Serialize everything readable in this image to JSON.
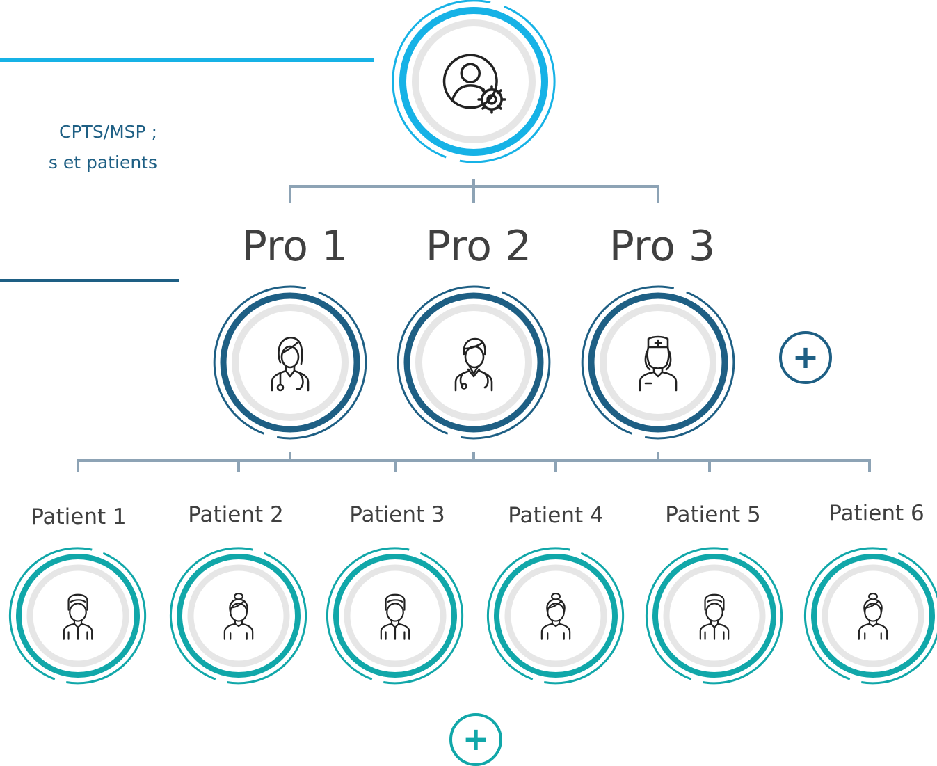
{
  "intro": {
    "line1": "CPTS/MSP ;",
    "line2": "s et patients"
  },
  "admin": {
    "icon": "admin-user-gear-icon"
  },
  "pros": [
    {
      "label": "Pro 1",
      "icon": "female-doctor-icon"
    },
    {
      "label": "Pro 2",
      "icon": "male-doctor-icon"
    },
    {
      "label": "Pro 3",
      "icon": "nurse-icon"
    }
  ],
  "patients": [
    {
      "label": "Patient 1",
      "icon": "male-patient-icon"
    },
    {
      "label": "Patient 2",
      "icon": "female-patient-icon"
    },
    {
      "label": "Patient 3",
      "icon": "male-patient-icon"
    },
    {
      "label": "Patient 4",
      "icon": "female-patient-icon"
    },
    {
      "label": "Patient 5",
      "icon": "male-patient-icon"
    },
    {
      "label": "Patient 6",
      "icon": "female-patient-icon"
    }
  ],
  "add_buttons": {
    "pro": "+",
    "patient": "+"
  },
  "colors": {
    "admin_ring": "#16b2e6",
    "pro_ring": "#1e5f84",
    "patient_ring": "#11a7a9",
    "connector": "#8da3b5",
    "ring_gray": "#e6e6e6",
    "intro_text": "#1e5f84"
  }
}
